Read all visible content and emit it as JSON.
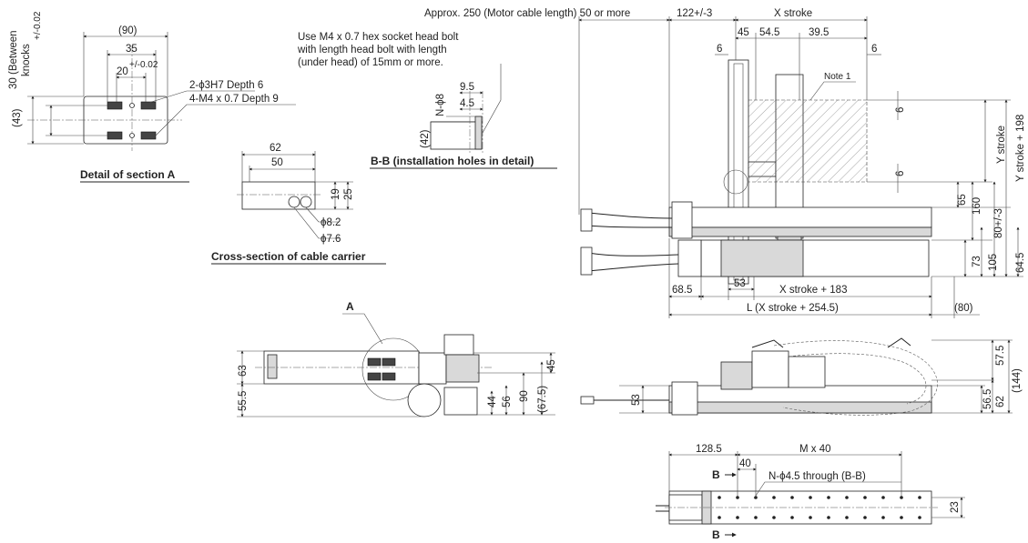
{
  "labels": {
    "detail_section_a": "Detail of section A",
    "bb_title": "B-B (installation holes in detail)",
    "cable_carrier_title": "Cross-section of cable carrier",
    "section_a_letter": "A",
    "b_top": "B",
    "b_bottom": "B",
    "note1": "Note 1"
  },
  "notes": {
    "bolt_line1": "Use M4 x 0.7 hex socket head bolt",
    "bolt_line2": "with length head bolt with length",
    "bolt_line3": "(under head) of 15mm or more.",
    "motor_cable": "Approx. 250 (Motor cable length) 50 or more",
    "holes_2phi": "2-ϕ3H7 Depth 6",
    "holes_4m4": "4-M4 x 0.7 Depth 9",
    "through_holes": "N-ϕ4.5 through (B-B)",
    "n_phi8": "N-ϕ8"
  },
  "dims": {
    "a_90": "(90)",
    "a_35": "35",
    "a_20": "20",
    "a_20_tol": "+/-0.02",
    "a_43": "(43)",
    "a_30_l1": "30 (Between",
    "a_30_l2": "knocks",
    "a_30_tol": "+/-0.02",
    "bb_95": "9.5",
    "bb_45": "4.5",
    "bb_42": "(42)",
    "cc_62": "62",
    "cc_50": "50",
    "cc_19": "19",
    "cc_25": "25",
    "cc_82": "ϕ8.2",
    "cc_76": "ϕ7.6",
    "t_122": "122+/-3",
    "t_xstroke": "X stroke",
    "t_45": "45",
    "t_545": "54.5",
    "t_395": "39.5",
    "t_6a": "6",
    "t_6b": "6",
    "t_6c": "6",
    "t_6d": "6",
    "r_ystroke": "Y stroke",
    "r_ystroke198": "Y stroke + 198",
    "r_65": "65",
    "r_160": "160",
    "r_80": "80+/-3",
    "r_73": "73",
    "r_105": "105",
    "r_645": "64.5",
    "b_685": "68.5",
    "b_53": "53",
    "b_x183": "X stroke + 183",
    "b_l": "L (X stroke + 254.5)",
    "b_80": "(80)",
    "m_63": "63",
    "m_555": "55.5",
    "m_44": "44",
    "m_56": "56",
    "m_90": "90",
    "m_675": "(67.5)",
    "m_45": "45",
    "s_53": "53",
    "s_575": "57.5",
    "s_565": "56.5",
    "s_62": "62",
    "s_144": "(144)",
    "bt_1285": "128.5",
    "bt_mx40": "M x 40",
    "bt_40": "40",
    "bt_23": "23"
  }
}
